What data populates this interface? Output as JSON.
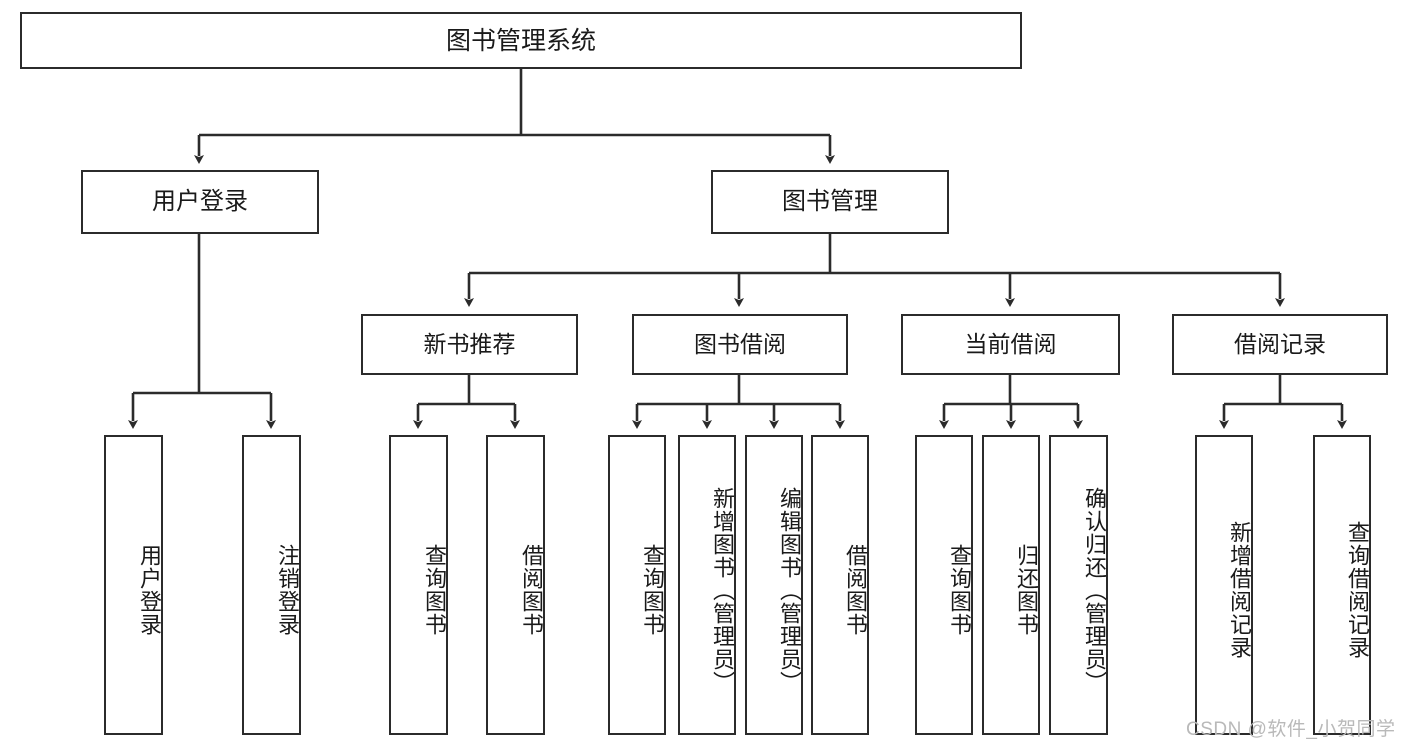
{
  "diagram": {
    "title": "图书管理系统",
    "type": "tree",
    "watermark": "CSDN @软件_小贺同学",
    "colors": {
      "box_border": "#2b2b2b",
      "box_fill": "#ffffff",
      "line": "#2b2b2b",
      "text": "#1a1a1a",
      "watermark": "#b9b9b9"
    },
    "nodes": {
      "root": {
        "label": "图书管理系统"
      },
      "level2": [
        {
          "id": "user-login",
          "label": "用户登录"
        },
        {
          "id": "book-management",
          "label": "图书管理"
        }
      ],
      "level3": [
        {
          "id": "new-book-recommend",
          "label": "新书推荐"
        },
        {
          "id": "book-borrow",
          "label": "图书借阅"
        },
        {
          "id": "current-borrow",
          "label": "当前借阅"
        },
        {
          "id": "borrow-record",
          "label": "借阅记录"
        }
      ],
      "leaves": {
        "user-login": [
          {
            "id": "leaf-user-login",
            "label": "用户登录"
          },
          {
            "id": "leaf-logout-login",
            "label": "注销登录"
          }
        ],
        "new-book-recommend": [
          {
            "id": "leaf-query-books-1",
            "label": "查询图书"
          },
          {
            "id": "leaf-borrow-books-1",
            "label": "借阅图书"
          }
        ],
        "book-borrow": [
          {
            "id": "leaf-query-books-2",
            "label": "查询图书"
          },
          {
            "id": "leaf-add-book-admin",
            "label": "新增图书（管理员）"
          },
          {
            "id": "leaf-edit-book-admin",
            "label": "编辑图书（管理员）"
          },
          {
            "id": "leaf-borrow-books-2",
            "label": "借阅图书"
          }
        ],
        "current-borrow": [
          {
            "id": "leaf-query-books-3",
            "label": "查询图书"
          },
          {
            "id": "leaf-return-books",
            "label": "归还图书"
          },
          {
            "id": "leaf-confirm-return-admin",
            "label": "确认归还（管理员）"
          }
        ],
        "borrow-record": [
          {
            "id": "leaf-add-borrow-record",
            "label": "新增借阅记录"
          },
          {
            "id": "leaf-query-borrow-record",
            "label": "查询借阅记录"
          }
        ]
      }
    }
  }
}
